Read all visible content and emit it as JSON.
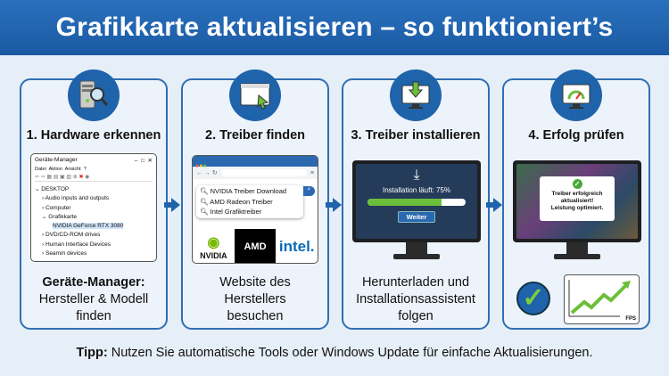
{
  "title": "Grafikkarte aktualisieren – so funktioniert’s",
  "steps": [
    {
      "title": "1. Hardware erkennen",
      "caption_bold": "Geräte-Manager:",
      "caption": "Hersteller & Modell finden",
      "icon": "pc-magnifier-icon",
      "window": {
        "title": "Geräte-Manager",
        "menu": [
          "Datei",
          "Aktion",
          "Ansicht",
          "?"
        ],
        "tree": [
          "DESKTOP",
          "Audio inputs and outputs",
          "Computer",
          "Grafikkarte",
          "NVIDIA GeForce RTX 3080",
          "DVD/CD-ROM drives",
          "Human Interface Devices",
          "Seamm devices"
        ]
      }
    },
    {
      "title": "2. Treiber finden",
      "caption": "Website des Herstellers besuchen",
      "icon": "browser-cursor-icon",
      "search": {
        "query": "NVIDIA Treiber Download",
        "suggestions": [
          "AMD Radeon Treiber",
          "Intel Grafiktreiber"
        ]
      },
      "logos": [
        "NVIDIA",
        "AMD",
        "intel."
      ]
    },
    {
      "title": "3. Treiber installieren",
      "caption": "Herunterladen und Installationsassistent folgen",
      "icon": "download-monitor-icon",
      "install": {
        "status": "Installation läuft: 75%",
        "progress": 75,
        "button": "Weiter"
      }
    },
    {
      "title": "4. Erfolg prüfen",
      "caption": "",
      "icon": "gauge-monitor-icon",
      "success": {
        "line1": "Treiber erfolgreich",
        "line2": "aktualisiert!",
        "line3": "Leistung optimiert."
      },
      "chart_label": "FPS"
    }
  ],
  "tip": {
    "label": "Tipp:",
    "text": " Nutzen Sie automatische Tools oder Windows Update für einfache Aktualisierungen."
  },
  "colors": {
    "primary": "#1f63ab",
    "success": "#6cbf3a",
    "background": "#e6eef7"
  }
}
